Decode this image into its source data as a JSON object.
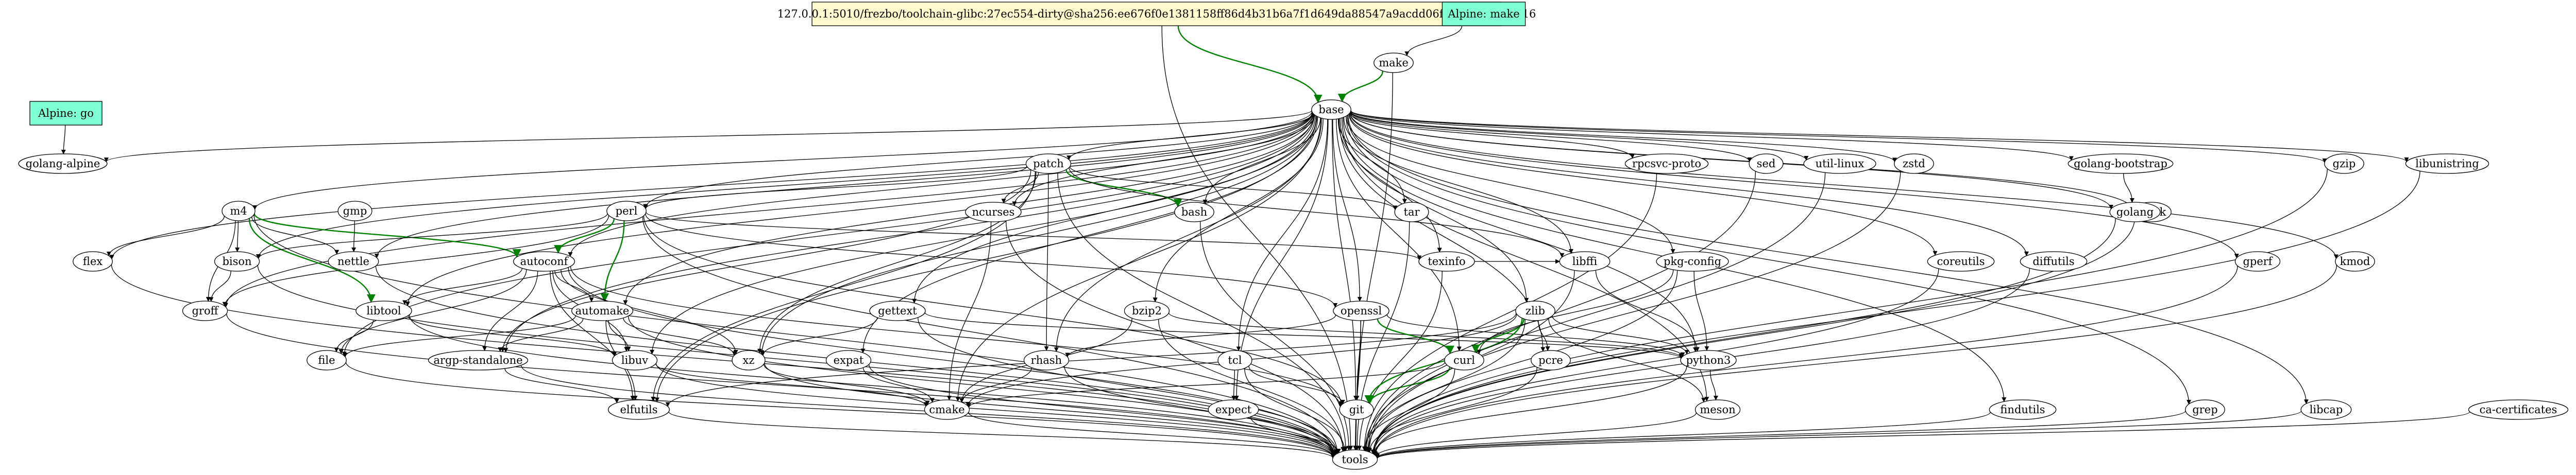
{
  "graph": {
    "nodes": [
      {
        "id": "top",
        "label": "127.0.0.1:5010/frezbo/toolchain-glibc:27ec554-dirty@sha256:ee676f0e1381158ff86d4b31b6a7f1d649da88547a9acdd06f0a952247f07a16",
        "shape": "box",
        "fill": "#fffacd"
      },
      {
        "id": "alpine-make",
        "label": "Alpine: make",
        "shape": "box",
        "fill": "#7fffd4"
      },
      {
        "id": "alpine-go",
        "label": "Alpine: go",
        "shape": "box",
        "fill": "#7fffd4"
      },
      {
        "id": "make",
        "label": "make"
      },
      {
        "id": "base",
        "label": "base"
      },
      {
        "id": "golang-alpine",
        "label": "golang-alpine"
      },
      {
        "id": "patch",
        "label": "patch"
      },
      {
        "id": "m4",
        "label": "m4"
      },
      {
        "id": "gmp",
        "label": "gmp"
      },
      {
        "id": "perl",
        "label": "perl"
      },
      {
        "id": "ncurses",
        "label": "ncurses"
      },
      {
        "id": "bash",
        "label": "bash"
      },
      {
        "id": "tar",
        "label": "tar"
      },
      {
        "id": "rpcsvc-proto",
        "label": "rpcsvc-proto"
      },
      {
        "id": "sed",
        "label": "sed"
      },
      {
        "id": "util-linux",
        "label": "util-linux"
      },
      {
        "id": "zstd",
        "label": "zstd"
      },
      {
        "id": "golang-bootstrap",
        "label": "golang-bootstrap"
      },
      {
        "id": "gzip",
        "label": "gzip"
      },
      {
        "id": "libunistring",
        "label": "libunistring"
      },
      {
        "id": "flex",
        "label": "flex"
      },
      {
        "id": "bison",
        "label": "bison"
      },
      {
        "id": "nettle",
        "label": "nettle"
      },
      {
        "id": "groff",
        "label": "groff"
      },
      {
        "id": "autoconf",
        "label": "autoconf"
      },
      {
        "id": "texinfo",
        "label": "texinfo"
      },
      {
        "id": "coreutils",
        "label": "coreutils"
      },
      {
        "id": "diffutils",
        "label": "diffutils"
      },
      {
        "id": "gawk",
        "label": "gawk"
      },
      {
        "id": "golang",
        "label": "golang"
      },
      {
        "id": "gperf",
        "label": "gperf"
      },
      {
        "id": "kmod",
        "label": "kmod"
      },
      {
        "id": "libtool",
        "label": "libtool"
      },
      {
        "id": "automake",
        "label": "automake"
      },
      {
        "id": "gettext",
        "label": "gettext"
      },
      {
        "id": "bzip2",
        "label": "bzip2"
      },
      {
        "id": "openssl",
        "label": "openssl"
      },
      {
        "id": "zlib",
        "label": "zlib"
      },
      {
        "id": "libffi",
        "label": "libffi"
      },
      {
        "id": "pkg-config",
        "label": "pkg-config"
      },
      {
        "id": "file",
        "label": "file"
      },
      {
        "id": "argp-standalone",
        "label": "argp-standalone"
      },
      {
        "id": "libuv",
        "label": "libuv"
      },
      {
        "id": "xz",
        "label": "xz"
      },
      {
        "id": "expat",
        "label": "expat"
      },
      {
        "id": "rhash",
        "label": "rhash"
      },
      {
        "id": "tcl",
        "label": "tcl"
      },
      {
        "id": "curl",
        "label": "curl"
      },
      {
        "id": "pcre",
        "label": "pcre"
      },
      {
        "id": "python3",
        "label": "python3"
      },
      {
        "id": "elfutils",
        "label": "elfutils"
      },
      {
        "id": "cmake",
        "label": "cmake"
      },
      {
        "id": "expect",
        "label": "expect"
      },
      {
        "id": "git",
        "label": "git"
      },
      {
        "id": "meson",
        "label": "meson"
      },
      {
        "id": "findutils",
        "label": "findutils"
      },
      {
        "id": "grep",
        "label": "grep"
      },
      {
        "id": "libcap",
        "label": "libcap"
      },
      {
        "id": "ca-certificates",
        "label": "ca-certificates"
      },
      {
        "id": "tools",
        "label": "tools"
      }
    ],
    "edges": [
      {
        "from": "top",
        "to": "base",
        "color": "green"
      },
      {
        "from": "top",
        "to": "tools"
      },
      {
        "from": "alpine-make",
        "to": "make"
      },
      {
        "from": "make",
        "to": "base",
        "color": "green"
      },
      {
        "from": "make",
        "to": "tools"
      },
      {
        "from": "alpine-go",
        "to": "golang-alpine"
      },
      {
        "from": "base",
        "to": "golang-alpine"
      },
      {
        "from": "base",
        "to": "patch"
      },
      {
        "from": "base",
        "to": "m4"
      },
      {
        "from": "base",
        "to": "perl"
      },
      {
        "from": "base",
        "to": "ncurses"
      },
      {
        "from": "base",
        "to": "bash"
      },
      {
        "from": "base",
        "to": "tar"
      },
      {
        "from": "base",
        "to": "rpcsvc-proto"
      },
      {
        "from": "base",
        "to": "sed"
      },
      {
        "from": "base",
        "to": "util-linux"
      },
      {
        "from": "base",
        "to": "zstd"
      },
      {
        "from": "base",
        "to": "golang-bootstrap"
      },
      {
        "from": "base",
        "to": "golang"
      },
      {
        "from": "base",
        "to": "gzip"
      },
      {
        "from": "base",
        "to": "libunistring"
      },
      {
        "from": "base",
        "to": "flex"
      },
      {
        "from": "base",
        "to": "bison"
      },
      {
        "from": "base",
        "to": "nettle"
      },
      {
        "from": "base",
        "to": "groff"
      },
      {
        "from": "base",
        "to": "autoconf"
      },
      {
        "from": "base",
        "to": "texinfo"
      },
      {
        "from": "base",
        "to": "coreutils"
      },
      {
        "from": "base",
        "to": "diffutils"
      },
      {
        "from": "base",
        "to": "gawk"
      },
      {
        "from": "base",
        "to": "gperf"
      },
      {
        "from": "base",
        "to": "kmod"
      },
      {
        "from": "base",
        "to": "libtool"
      },
      {
        "from": "base",
        "to": "automake"
      },
      {
        "from": "base",
        "to": "gettext"
      },
      {
        "from": "base",
        "to": "bzip2"
      },
      {
        "from": "base",
        "to": "openssl"
      },
      {
        "from": "base",
        "to": "zlib"
      },
      {
        "from": "base",
        "to": "libffi"
      },
      {
        "from": "base",
        "to": "pkg-config"
      },
      {
        "from": "base",
        "to": "file"
      },
      {
        "from": "base",
        "to": "argp-standalone"
      },
      {
        "from": "base",
        "to": "libuv"
      },
      {
        "from": "base",
        "to": "xz"
      },
      {
        "from": "base",
        "to": "expat"
      },
      {
        "from": "base",
        "to": "rhash"
      },
      {
        "from": "base",
        "to": "tcl"
      },
      {
        "from": "base",
        "to": "curl"
      },
      {
        "from": "base",
        "to": "pcre"
      },
      {
        "from": "base",
        "to": "python3"
      },
      {
        "from": "base",
        "to": "elfutils"
      },
      {
        "from": "base",
        "to": "cmake"
      },
      {
        "from": "base",
        "to": "expect"
      },
      {
        "from": "base",
        "to": "git"
      },
      {
        "from": "base",
        "to": "meson"
      },
      {
        "from": "base",
        "to": "findutils"
      },
      {
        "from": "base",
        "to": "grep"
      },
      {
        "from": "base",
        "to": "libcap"
      },
      {
        "from": "patch",
        "to": "bash",
        "color": "green"
      },
      {
        "from": "patch",
        "to": "perl"
      },
      {
        "from": "patch",
        "to": "ncurses"
      },
      {
        "from": "patch",
        "to": "tar"
      },
      {
        "from": "patch",
        "to": "xz"
      },
      {
        "from": "patch",
        "to": "rhash"
      },
      {
        "from": "patch",
        "to": "elfutils"
      },
      {
        "from": "patch",
        "to": "argp-standalone"
      },
      {
        "from": "patch",
        "to": "libffi"
      },
      {
        "from": "patch",
        "to": "tools"
      },
      {
        "from": "m4",
        "to": "autoconf",
        "color": "green"
      },
      {
        "from": "m4",
        "to": "libtool",
        "color": "green"
      },
      {
        "from": "m4",
        "to": "flex"
      },
      {
        "from": "m4",
        "to": "bison"
      },
      {
        "from": "m4",
        "to": "nettle"
      },
      {
        "from": "m4",
        "to": "groff"
      },
      {
        "from": "m4",
        "to": "tools"
      },
      {
        "from": "gmp",
        "to": "nettle"
      },
      {
        "from": "perl",
        "to": "autoconf",
        "color": "green"
      },
      {
        "from": "perl",
        "to": "automake",
        "color": "green"
      },
      {
        "from": "perl",
        "to": "bison"
      },
      {
        "from": "perl",
        "to": "groff"
      },
      {
        "from": "perl",
        "to": "texinfo"
      },
      {
        "from": "perl",
        "to": "openssl"
      },
      {
        "from": "perl",
        "to": "git"
      },
      {
        "from": "perl",
        "to": "tools"
      },
      {
        "from": "autoconf",
        "to": "automake"
      },
      {
        "from": "autoconf",
        "to": "libtool"
      },
      {
        "from": "autoconf",
        "to": "file"
      },
      {
        "from": "autoconf",
        "to": "argp-standalone"
      },
      {
        "from": "autoconf",
        "to": "libuv"
      },
      {
        "from": "autoconf",
        "to": "xz"
      },
      {
        "from": "autoconf",
        "to": "elfutils"
      },
      {
        "from": "autoconf",
        "to": "git"
      },
      {
        "from": "autoconf",
        "to": "tools"
      },
      {
        "from": "automake",
        "to": "argp-standalone"
      },
      {
        "from": "automake",
        "to": "libuv"
      },
      {
        "from": "automake",
        "to": "xz"
      },
      {
        "from": "automake",
        "to": "file"
      },
      {
        "from": "automake",
        "to": "elfutils"
      },
      {
        "from": "automake",
        "to": "tools"
      },
      {
        "from": "libtool",
        "to": "file"
      },
      {
        "from": "libtool",
        "to": "libuv"
      },
      {
        "from": "libtool",
        "to": "tools"
      },
      {
        "from": "ncurses",
        "to": "cmake"
      },
      {
        "from": "ncurses",
        "to": "tools"
      },
      {
        "from": "bash",
        "to": "tools"
      },
      {
        "from": "tar",
        "to": "tools"
      },
      {
        "from": "texinfo",
        "to": "libffi"
      },
      {
        "from": "texinfo",
        "to": "tools"
      },
      {
        "from": "gettext",
        "to": "xz"
      },
      {
        "from": "gettext",
        "to": "python3"
      },
      {
        "from": "gettext",
        "to": "tools"
      },
      {
        "from": "bzip2",
        "to": "cmake"
      },
      {
        "from": "bzip2",
        "to": "python3"
      },
      {
        "from": "bzip2",
        "to": "tools"
      },
      {
        "from": "openssl",
        "to": "curl",
        "color": "green"
      },
      {
        "from": "openssl",
        "to": "rhash"
      },
      {
        "from": "openssl",
        "to": "python3"
      },
      {
        "from": "openssl",
        "to": "git"
      },
      {
        "from": "openssl",
        "to": "tools"
      },
      {
        "from": "zlib",
        "to": "curl",
        "color": "green"
      },
      {
        "from": "zlib",
        "to": "git",
        "color": "green"
      },
      {
        "from": "zlib",
        "to": "pcre"
      },
      {
        "from": "zlib",
        "to": "python3"
      },
      {
        "from": "zlib",
        "to": "meson"
      },
      {
        "from": "zlib",
        "to": "cmake"
      },
      {
        "from": "zlib",
        "to": "elfutils"
      },
      {
        "from": "zlib",
        "to": "tools"
      },
      {
        "from": "libffi",
        "to": "python3"
      },
      {
        "from": "libffi",
        "to": "tools"
      },
      {
        "from": "pkg-config",
        "to": "python3"
      },
      {
        "from": "pkg-config",
        "to": "curl"
      },
      {
        "from": "pkg-config",
        "to": "tools"
      },
      {
        "from": "curl",
        "to": "git",
        "color": "green"
      },
      {
        "from": "curl",
        "to": "cmake"
      },
      {
        "from": "curl",
        "to": "tools"
      },
      {
        "from": "tcl",
        "to": "expect"
      },
      {
        "from": "tcl",
        "to": "git"
      },
      {
        "from": "tcl",
        "to": "tools"
      },
      {
        "from": "python3",
        "to": "meson"
      },
      {
        "from": "python3",
        "to": "tools"
      },
      {
        "from": "pcre",
        "to": "tools"
      },
      {
        "from": "xz",
        "to": "cmake"
      },
      {
        "from": "xz",
        "to": "tools"
      },
      {
        "from": "expat",
        "to": "cmake"
      },
      {
        "from": "expat",
        "to": "tools"
      },
      {
        "from": "rhash",
        "to": "cmake"
      },
      {
        "from": "rhash",
        "to": "tools"
      },
      {
        "from": "file",
        "to": "tools"
      },
      {
        "from": "argp-standalone",
        "to": "elfutils"
      },
      {
        "from": "argp-standalone",
        "to": "tools"
      },
      {
        "from": "libuv",
        "to": "cmake"
      },
      {
        "from": "libuv",
        "to": "tools"
      },
      {
        "from": "elfutils",
        "to": "tools"
      },
      {
        "from": "cmake",
        "to": "tools"
      },
      {
        "from": "expect",
        "to": "tools"
      },
      {
        "from": "git",
        "to": "tools"
      },
      {
        "from": "meson",
        "to": "tools"
      },
      {
        "from": "flex",
        "to": "tools"
      },
      {
        "from": "bison",
        "to": "groff"
      },
      {
        "from": "bison",
        "to": "tools"
      },
      {
        "from": "groff",
        "to": "tools"
      },
      {
        "from": "nettle",
        "to": "tools"
      },
      {
        "from": "rpcsvc-proto",
        "to": "tools"
      },
      {
        "from": "sed",
        "to": "tools"
      },
      {
        "from": "util-linux",
        "to": "tools"
      },
      {
        "from": "zstd",
        "to": "tools"
      },
      {
        "from": "golang-bootstrap",
        "to": "golang"
      },
      {
        "from": "golang",
        "to": "tools"
      },
      {
        "from": "gzip",
        "to": "tools"
      },
      {
        "from": "libunistring",
        "to": "tools"
      },
      {
        "from": "coreutils",
        "to": "tools"
      },
      {
        "from": "diffutils",
        "to": "tools"
      },
      {
        "from": "gawk",
        "to": "tools"
      },
      {
        "from": "gperf",
        "to": "tools"
      },
      {
        "from": "kmod",
        "to": "tools"
      },
      {
        "from": "findutils",
        "to": "tools"
      },
      {
        "from": "grep",
        "to": "tools"
      },
      {
        "from": "libcap",
        "to": "tools"
      },
      {
        "from": "ca-certificates",
        "to": "tools"
      }
    ]
  }
}
